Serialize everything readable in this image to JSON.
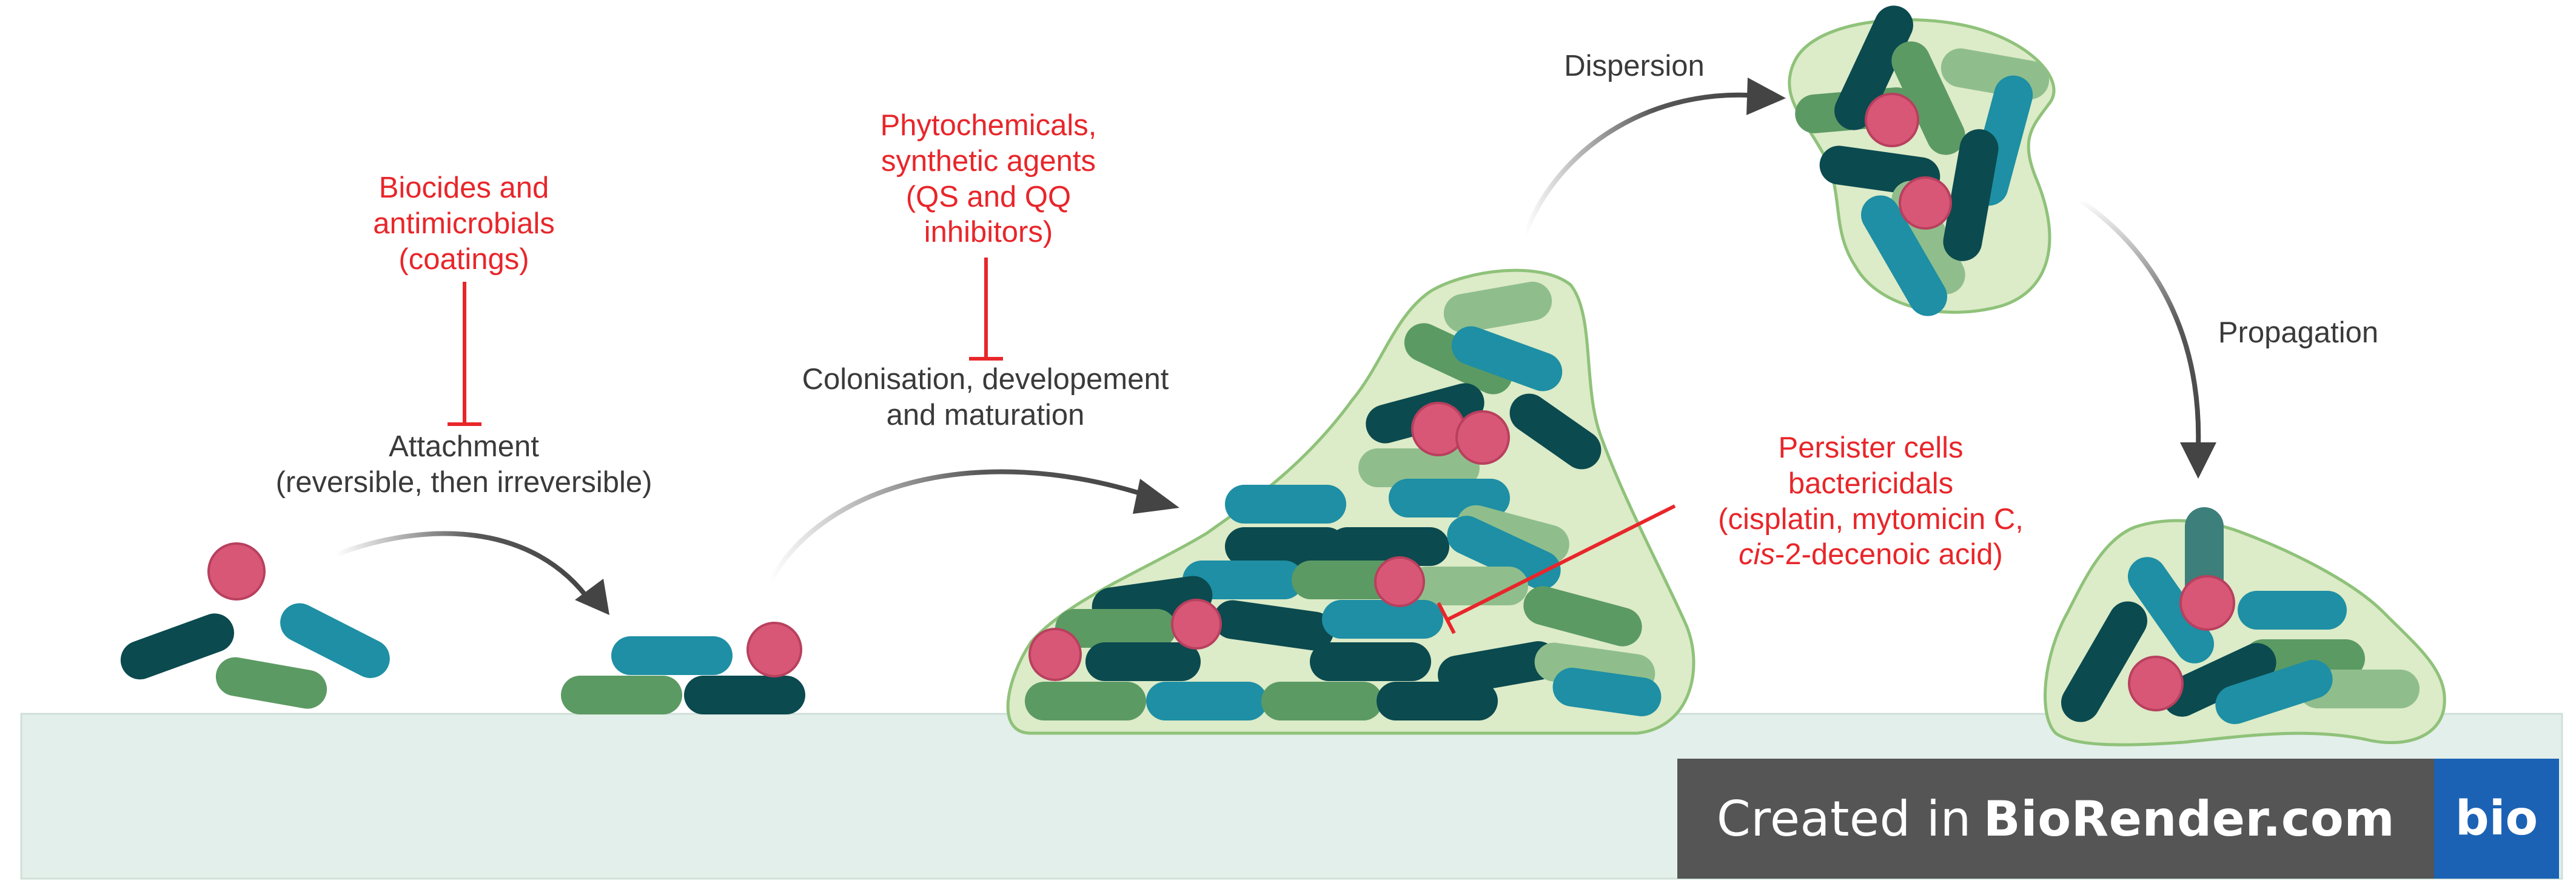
{
  "labels": {
    "biocides": [
      "Biocides and",
      "antimicrobials",
      "(coatings)"
    ],
    "attachment": [
      "Attachment",
      "(reversible, then irreversible)"
    ],
    "phytochemicals": [
      "Phytochemicals,",
      "synthetic agents",
      "(QS and QQ",
      "inhibitors)"
    ],
    "colonisation": [
      "Colonisation, developement",
      "and maturation"
    ],
    "dispersion": "Dispersion",
    "propagation": "Propagation",
    "persister": {
      "line1": "Persister cells",
      "line2": "bactericidals",
      "line3": "(cisplatin, mytomicin C,",
      "line4_italic": "cis",
      "line4_rest": "-2-decenoic acid)"
    }
  },
  "badge": {
    "prefix": "Created in",
    "brand": "BioRender.com",
    "logo": "bio"
  },
  "colors": {
    "inhibitor_red": "#e8262a",
    "surface": "#e3efea",
    "matrix": "#dcebc8",
    "matrix_border": "#8fc27a",
    "teal": "#1e8fa4",
    "dark_teal": "#0b4a4f",
    "green": "#5c9a63",
    "light_green": "#8fbe8c",
    "pink": "#d95776",
    "arrow": "#444444"
  },
  "icons": [
    "inhibition-bar-icon",
    "process-arrow-icon",
    "bacterium-rod-icon",
    "persister-cell-icon"
  ]
}
